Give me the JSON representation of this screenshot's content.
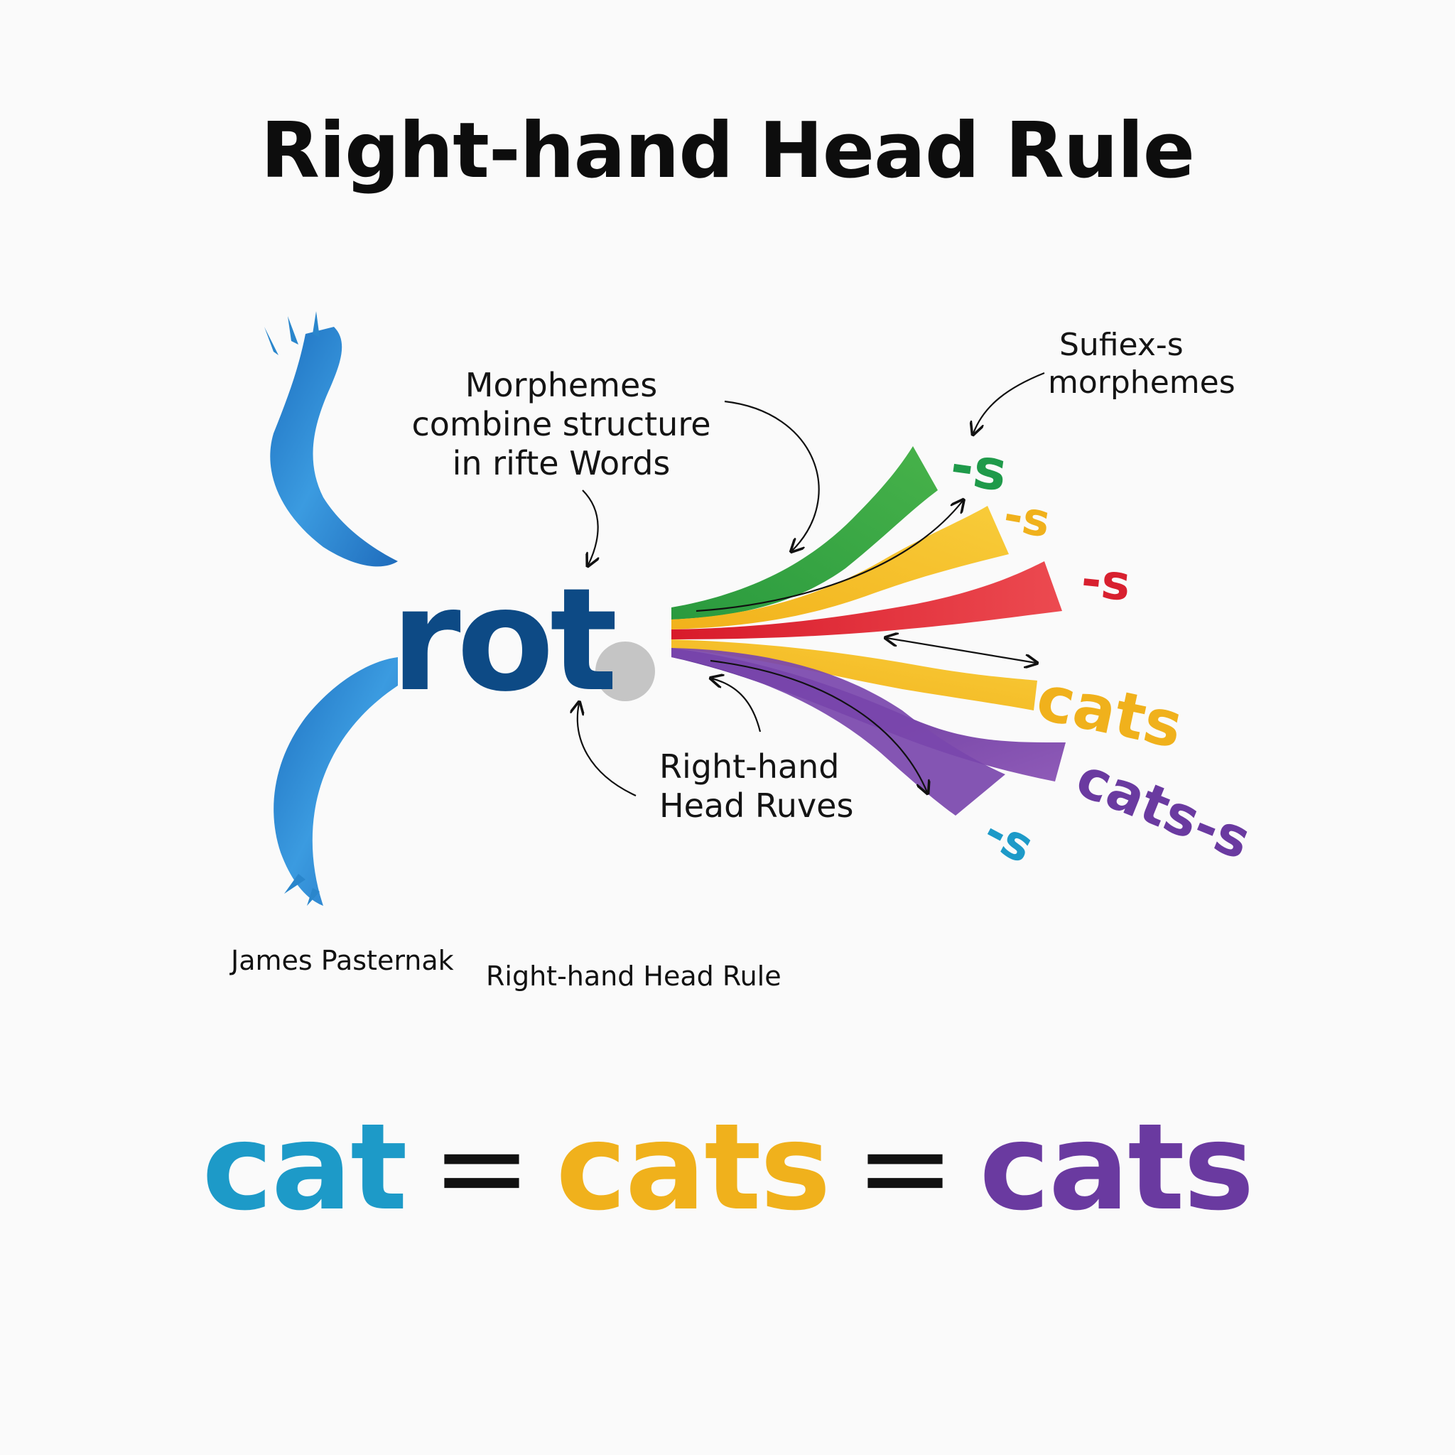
{
  "title": "Right-hand Head Rule",
  "root_word": "rot",
  "annotations": {
    "morphemes": [
      "Morphemes",
      "combine structure",
      "in rifte Words"
    ],
    "suffix": [
      "Sufiex-s",
      "morphemes"
    ],
    "head_rule": [
      "Right-hand",
      "Head Ruves"
    ]
  },
  "branch_labels": [
    {
      "text": "-s",
      "color": "#1f9a4a"
    },
    {
      "text": "-s",
      "color": "#f0b11c"
    },
    {
      "text": "-s",
      "color": "#d8202f"
    },
    {
      "text": "cats",
      "color": "#f0b11c"
    },
    {
      "text": "cats-s",
      "color": "#6a3aa0"
    },
    {
      "text": "-s",
      "color": "#1d9ac8"
    }
  ],
  "footer": {
    "author": "James Pasternak",
    "caption": "Right-hand Head Rule"
  },
  "equation": {
    "term1": "cat",
    "term2": "cats",
    "term3": "cats",
    "operator": "=",
    "colors": {
      "term1": "#1d9ac8",
      "term2": "#f0b11c",
      "term3": "#6a3aa0"
    }
  },
  "colors": {
    "root": "#0d4a85",
    "blue_swoosh": "#2a86cc",
    "green": "#2aa74a",
    "yellow": "#f5c227",
    "red": "#e0202f",
    "purple": "#6a3aa0"
  }
}
